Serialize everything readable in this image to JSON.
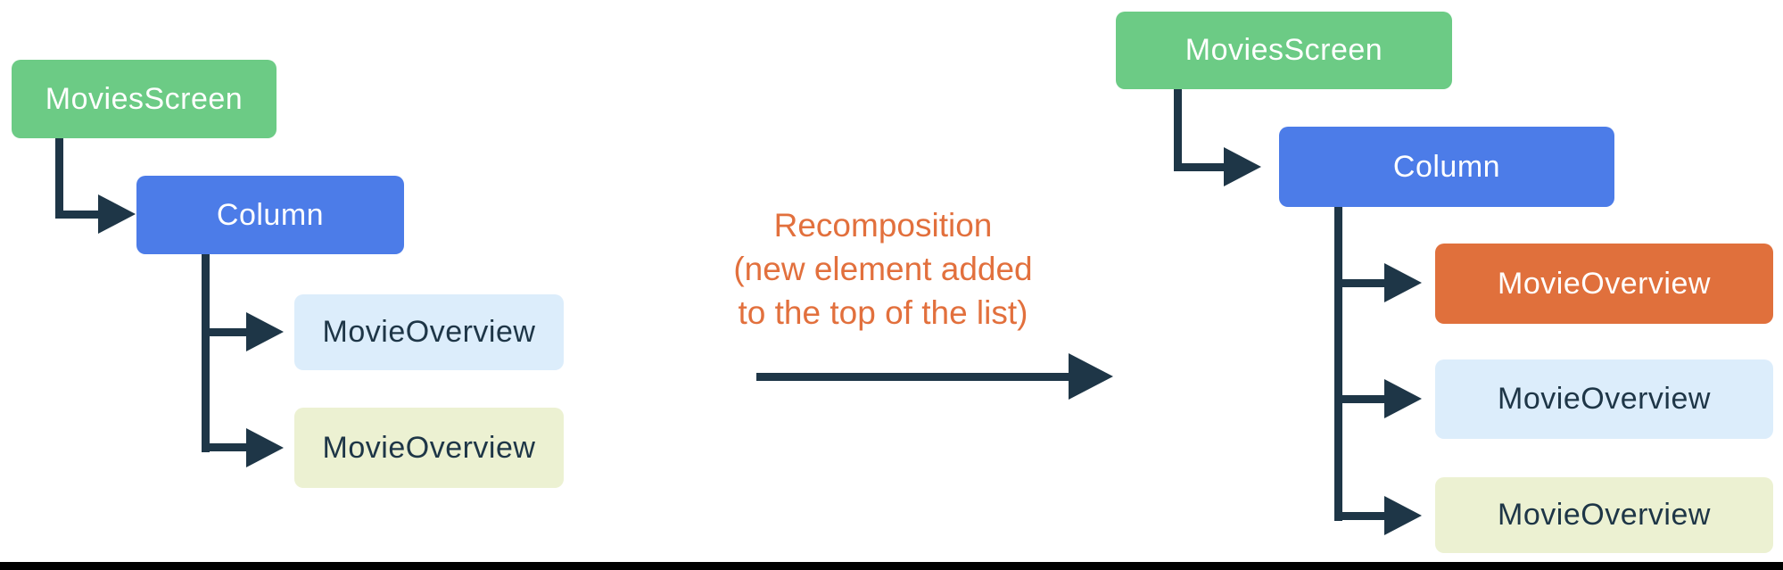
{
  "left_tree": {
    "nodes": [
      {
        "id": "root",
        "label": "MoviesScreen",
        "color_role": "green"
      },
      {
        "id": "column",
        "label": "Column",
        "color_role": "blue"
      },
      {
        "id": "item1",
        "label": "MovieOverview",
        "color_role": "light-blue"
      },
      {
        "id": "item2",
        "label": "MovieOverview",
        "color_role": "light-yellow"
      }
    ]
  },
  "annotation": {
    "line1": "Recomposition",
    "line2": "(new element added",
    "line3": "to the top of the list)",
    "color": "#E2703D"
  },
  "right_tree": {
    "nodes": [
      {
        "id": "root",
        "label": "MoviesScreen",
        "color_role": "green"
      },
      {
        "id": "column",
        "label": "Column",
        "color_role": "blue"
      },
      {
        "id": "item-new",
        "label": "MovieOverview",
        "color_role": "orange"
      },
      {
        "id": "item1",
        "label": "MovieOverview",
        "color_role": "light-blue"
      },
      {
        "id": "item2",
        "label": "MovieOverview",
        "color_role": "light-yellow"
      }
    ]
  },
  "colors": {
    "node_green": "#6CCB85",
    "node_blue": "#4C7CE8",
    "node_orange": "#E0703C",
    "node_light_blue": "#DCEDFB",
    "node_light_yellow": "#ECF1D2",
    "connector_navy": "#1E3647",
    "annotation_orange": "#E2703D",
    "divider_black": "#000000"
  }
}
